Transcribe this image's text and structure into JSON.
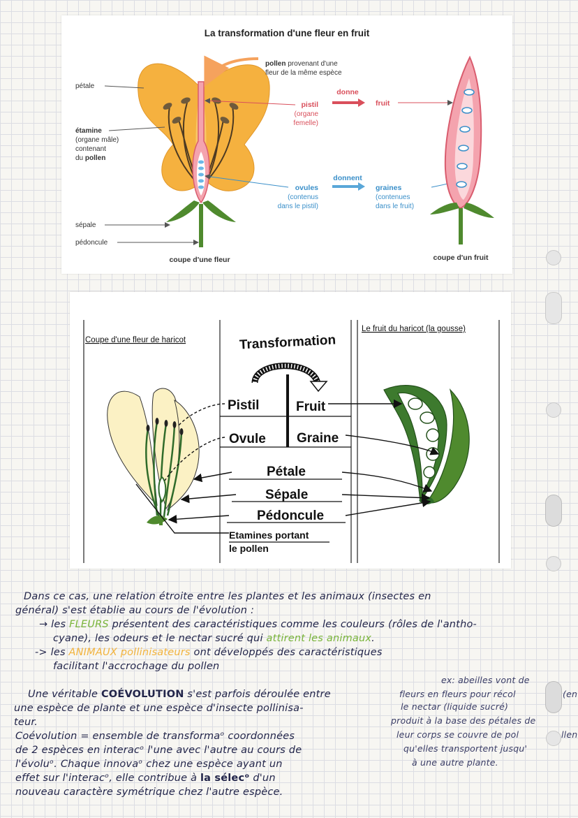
{
  "diagram1": {
    "title": "La transformation d'une fleur en fruit",
    "labels": {
      "petale": "pétale",
      "etamine": "étamine",
      "etamine_detail1": "(organe mâle)",
      "etamine_detail2": "contenant",
      "etamine_detail3_prefix": "du",
      "etamine_detail3_bold": "pollen",
      "sepale": "sépale",
      "pedoncule": "pédoncule",
      "pollen_bold": "pollen",
      "pollen_rest": "provenant d'une",
      "pollen_line2": "fleur de la même espèce",
      "pistil": "pistil",
      "pistil_detail1": "(organe",
      "pistil_detail2": "femelle)",
      "donne": "donne",
      "fruit": "fruit",
      "ovules": "ovules",
      "ovules_detail1": "(contenus",
      "ovules_detail2": "dans le pistil)",
      "donnent": "donnent",
      "graines": "graines",
      "graines_detail1": "(contenues",
      "graines_detail2": "dans le fruit)",
      "coupe_fleur": "coupe d'une fleur",
      "coupe_fruit": "coupe d'un fruit"
    }
  },
  "diagram2": {
    "left_heading": "Coupe d'une fleur de haricot",
    "center_heading": "Transformation",
    "right_heading": "Le fruit du haricot (la gousse)",
    "rows": {
      "pistil": "Pistil",
      "fruit": "Fruit",
      "ovule": "Ovule",
      "graine": "Graine",
      "petale": "Pétale",
      "sepale": "Sépale",
      "pedoncule": "Pédoncule",
      "etamines1": "Etamines portant",
      "etamines2": "le pollen"
    }
  },
  "notes": {
    "p1_line1": "Dans ce cas, une relation étroite entre les plantes et les animaux (insectes en",
    "p1_line2": "général) s'est établie au cours de l'évolution :",
    "b1_a": "→ les ",
    "b1_fleurs": "FLEURS",
    "b1_b": " présentent des caractéristiques comme les couleurs (rôles de l'antho-",
    "b1_line2_a": "cyane), les odeurs et le nectar sucré qui ",
    "b1_attirent": "attirent les animaux",
    "b1_line2_b": ".",
    "b2_a": "-> les ",
    "b2_animaux": "ANIMAUX",
    "b2_pollinisateurs": "pollinisateurs",
    "b2_b": " ont développés des caractéristiques",
    "b2_line2": "facilitant l'accrochage du pollen",
    "side_1": "ex: abeilles vont de",
    "side_2": "fleurs en fleurs pour récol",
    "side_3": "le nectar (liquide sucré)",
    "side_4": "produit à la base des pétales de",
    "side_5": "leur corps se couvre de pol",
    "side_6": "qu'elles transportent jusqu'",
    "side_7": "à une autre plante.",
    "p2_line1_a": "Une véritable ",
    "p2_coevolution": "COÉVOLUTION",
    "p2_line1_b": " s'est parfois déroulée entre",
    "p2_line2": "une espèce de plante et une espèce d'insecte pollinisa-",
    "p2_line3": "teur.",
    "def_line1": "Coévolution = ensemble de transformaᵒ coordonnées",
    "def_line2": "de 2 espèces en interacᵒ l'une avec l'autre au cours de",
    "def_line3": "l'évoluᵒ. Chaque innovaᵒ chez une espèce ayant un",
    "def_line4_a": "effet sur l'interacᵒ, elle contribue à ",
    "def_line4_b": "la sélecᵒ",
    "def_line4_c": " d'un",
    "def_line5": "nouveau caractère symétrique chez l'autre espèce.",
    "margin_fragment1": "(en",
    "margin_fragment2": "llen"
  },
  "colors": {
    "petal_orange": "#f5b13f",
    "pistil_pink": "#e87a8a",
    "label_red": "#d94f5b",
    "label_blue": "#3a8fc9",
    "arrow_blue": "#5aa7d8",
    "leaf_green": "#4f8a2e",
    "ink": "#22254a",
    "highlight_green": "#79b43a",
    "highlight_orange": "#f2b33d"
  }
}
